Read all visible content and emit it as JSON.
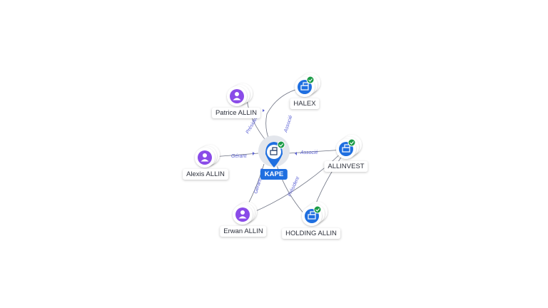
{
  "center": {
    "label": "KAPE",
    "icon": "building-icon",
    "verified": true,
    "color": "#1f6fe0"
  },
  "persons": [
    {
      "id": "patrice",
      "label": "Patrice ALLIN",
      "icon": "person-icon",
      "color": "#8a4be8"
    },
    {
      "id": "alexis",
      "label": "Alexis ALLIN",
      "icon": "person-icon",
      "color": "#8a4be8"
    },
    {
      "id": "erwan",
      "label": "Erwan ALLIN",
      "icon": "person-icon",
      "color": "#8a4be8"
    }
  ],
  "companies": [
    {
      "id": "halex",
      "label": "HALEX",
      "icon": "building-icon",
      "verified": true,
      "color": "#1f6fe0"
    },
    {
      "id": "allinvest",
      "label": "ALLINVEST",
      "icon": "building-icon",
      "verified": true,
      "color": "#1f6fe0"
    },
    {
      "id": "holding",
      "label": "HOLDING ALLIN",
      "icon": "building-icon",
      "verified": true,
      "color": "#1f6fe0"
    }
  ],
  "edges": [
    {
      "from": "patrice",
      "to": "center",
      "label": "Président"
    },
    {
      "from": "alexis",
      "to": "center",
      "label": "Gérant"
    },
    {
      "from": "erwan",
      "to": "center",
      "label": "Gérant"
    },
    {
      "from": "halex",
      "to": "center",
      "label": "Associé"
    },
    {
      "from": "allinvest",
      "to": "center",
      "label": "Associé"
    },
    {
      "from": "holding",
      "to": "center",
      "label": "Président"
    }
  ],
  "colors": {
    "edge": "#6b7080",
    "edge_label": "#5b61d4",
    "verified": "#1a9b46"
  }
}
